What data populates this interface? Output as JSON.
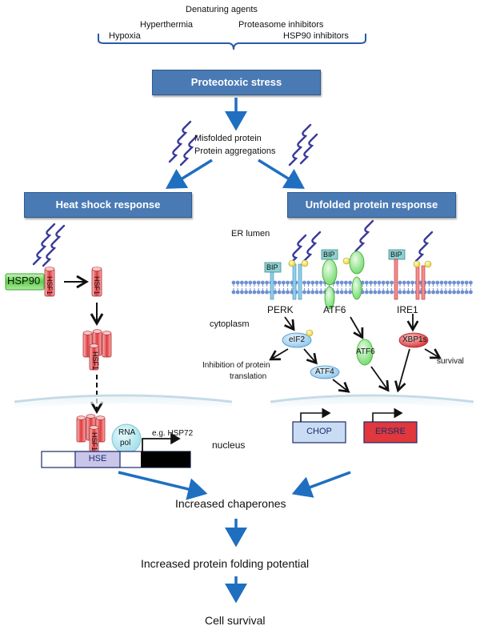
{
  "stressors": {
    "denaturing": "Denaturing agents",
    "hyperthermia": "Hyperthermia",
    "proteasome": "Proteasome inhibitors",
    "hypoxia": "Hypoxia",
    "hsp90_inhibitors": "HSP90  inhibitors"
  },
  "boxes": {
    "proteotoxic": "Proteotoxic stress",
    "heat_shock": "Heat shock response",
    "upr": "Unfolded protein response"
  },
  "misfolded": {
    "line1": "Misfolded protein",
    "line2": "Protein aggregations"
  },
  "hsr": {
    "hsp90": "HSP90",
    "hsf1": "HSF1",
    "rna_pol_line1": "RNA",
    "rna_pol_line2": "pol",
    "hse": "HSE",
    "example_gene": "e.g. HSP72",
    "nucleus": "nucleus"
  },
  "upr_panel": {
    "er_lumen": "ER lumen",
    "bip": "BIP",
    "perk": "PERK",
    "atf6": "ATF6",
    "ire1": "IRE1",
    "cytoplasm": "cytoplasm",
    "eif2": "eIF2",
    "atf6_cleaved": "ATF6",
    "xbp1s": "XBP1s",
    "survival": "survival",
    "atf4": "ATF4",
    "inhibition_line1": "Inhibition of protein",
    "inhibition_line2": "translation",
    "chop": "CHOP",
    "ersre": "ERSRE"
  },
  "outcomes": {
    "chaperones": "Increased  chaperones",
    "folding": "Increased  protein folding potential",
    "survival": "Cell survival"
  },
  "colors": {
    "box_fill": "#4a7ab4",
    "arrow_blue": "#1f6fc0",
    "hsf1_red": "#d9353a",
    "hsp90_green": "#5fcf4a",
    "atf6_green": "#7fe07a",
    "bip_teal": "#8fd0d0",
    "membrane_blue": "#6f8fd0",
    "hse_lavender": "#c9c6ea",
    "rna_pol_cyan": "#b8eaf0",
    "eif2_blue": "#9fcff0",
    "xbp1s_red": "#e0383c",
    "helix_purple": "#3a3a9a",
    "nucleus_line": "#c4dbe8"
  }
}
